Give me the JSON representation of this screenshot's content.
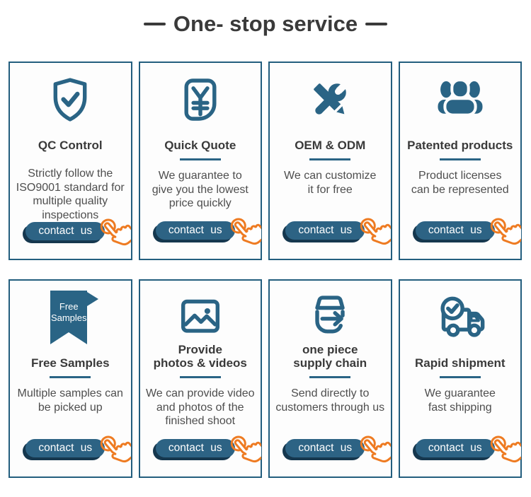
{
  "header": {
    "title": "One- stop service"
  },
  "colors": {
    "icon_teal": "#2a6485",
    "card_border": "#235e7e",
    "card_background": "#fdfdfd",
    "button_background": "#2d6384",
    "button_shadow": "#15374e",
    "button_text": "#ffffff",
    "heading_text": "#3a3a3a",
    "description_text": "#4e4e4e",
    "hand_cursor_orange": "#ee7b22"
  },
  "cards": [
    {
      "icon": "shield-check-icon",
      "title_lines": [
        "QC Control"
      ],
      "desc_lines": [
        "Strictly follow the",
        "ISO9001 standard for",
        "multiple quality",
        "inspections"
      ],
      "button_label": "contact us"
    },
    {
      "icon": "yen-quote-icon",
      "title_lines": [
        "Quick Quote"
      ],
      "desc_lines": [
        "We guarantee to",
        "give you the lowest",
        "price quickly"
      ],
      "button_label": "contact us"
    },
    {
      "icon": "wrench-pencil-icon",
      "title_lines": [
        "OEM & ODM"
      ],
      "desc_lines": [
        "We can customize",
        "it for free"
      ],
      "button_label": "contact us"
    },
    {
      "icon": "people-group-icon",
      "title_lines": [
        "Patented products"
      ],
      "desc_lines": [
        "Product licenses",
        "can be represented"
      ],
      "button_label": "contact us"
    },
    {
      "icon": "free-samples-ribbon-icon",
      "ribbon_lines": [
        "Free",
        "Samples"
      ],
      "title_lines": [
        "Free Samples"
      ],
      "desc_lines": [
        "Multiple samples can",
        "be picked up"
      ],
      "button_label": "contact us"
    },
    {
      "icon": "photo-video-icon",
      "title_lines": [
        "Provide",
        "photos & videos"
      ],
      "desc_lines": [
        "We can provide video",
        "and photos of the",
        "finished shoot"
      ],
      "button_label": "contact us"
    },
    {
      "icon": "supply-box-arrow-icon",
      "title_lines": [
        "one piece",
        "supply chain"
      ],
      "desc_lines": [
        "Send directly to",
        "customers through us"
      ],
      "button_label": "contact us"
    },
    {
      "icon": "delivery-truck-icon",
      "title_lines": [
        "Rapid shipment"
      ],
      "desc_lines": [
        "We guarantee",
        "fast shipping"
      ],
      "button_label": "contact us"
    }
  ]
}
